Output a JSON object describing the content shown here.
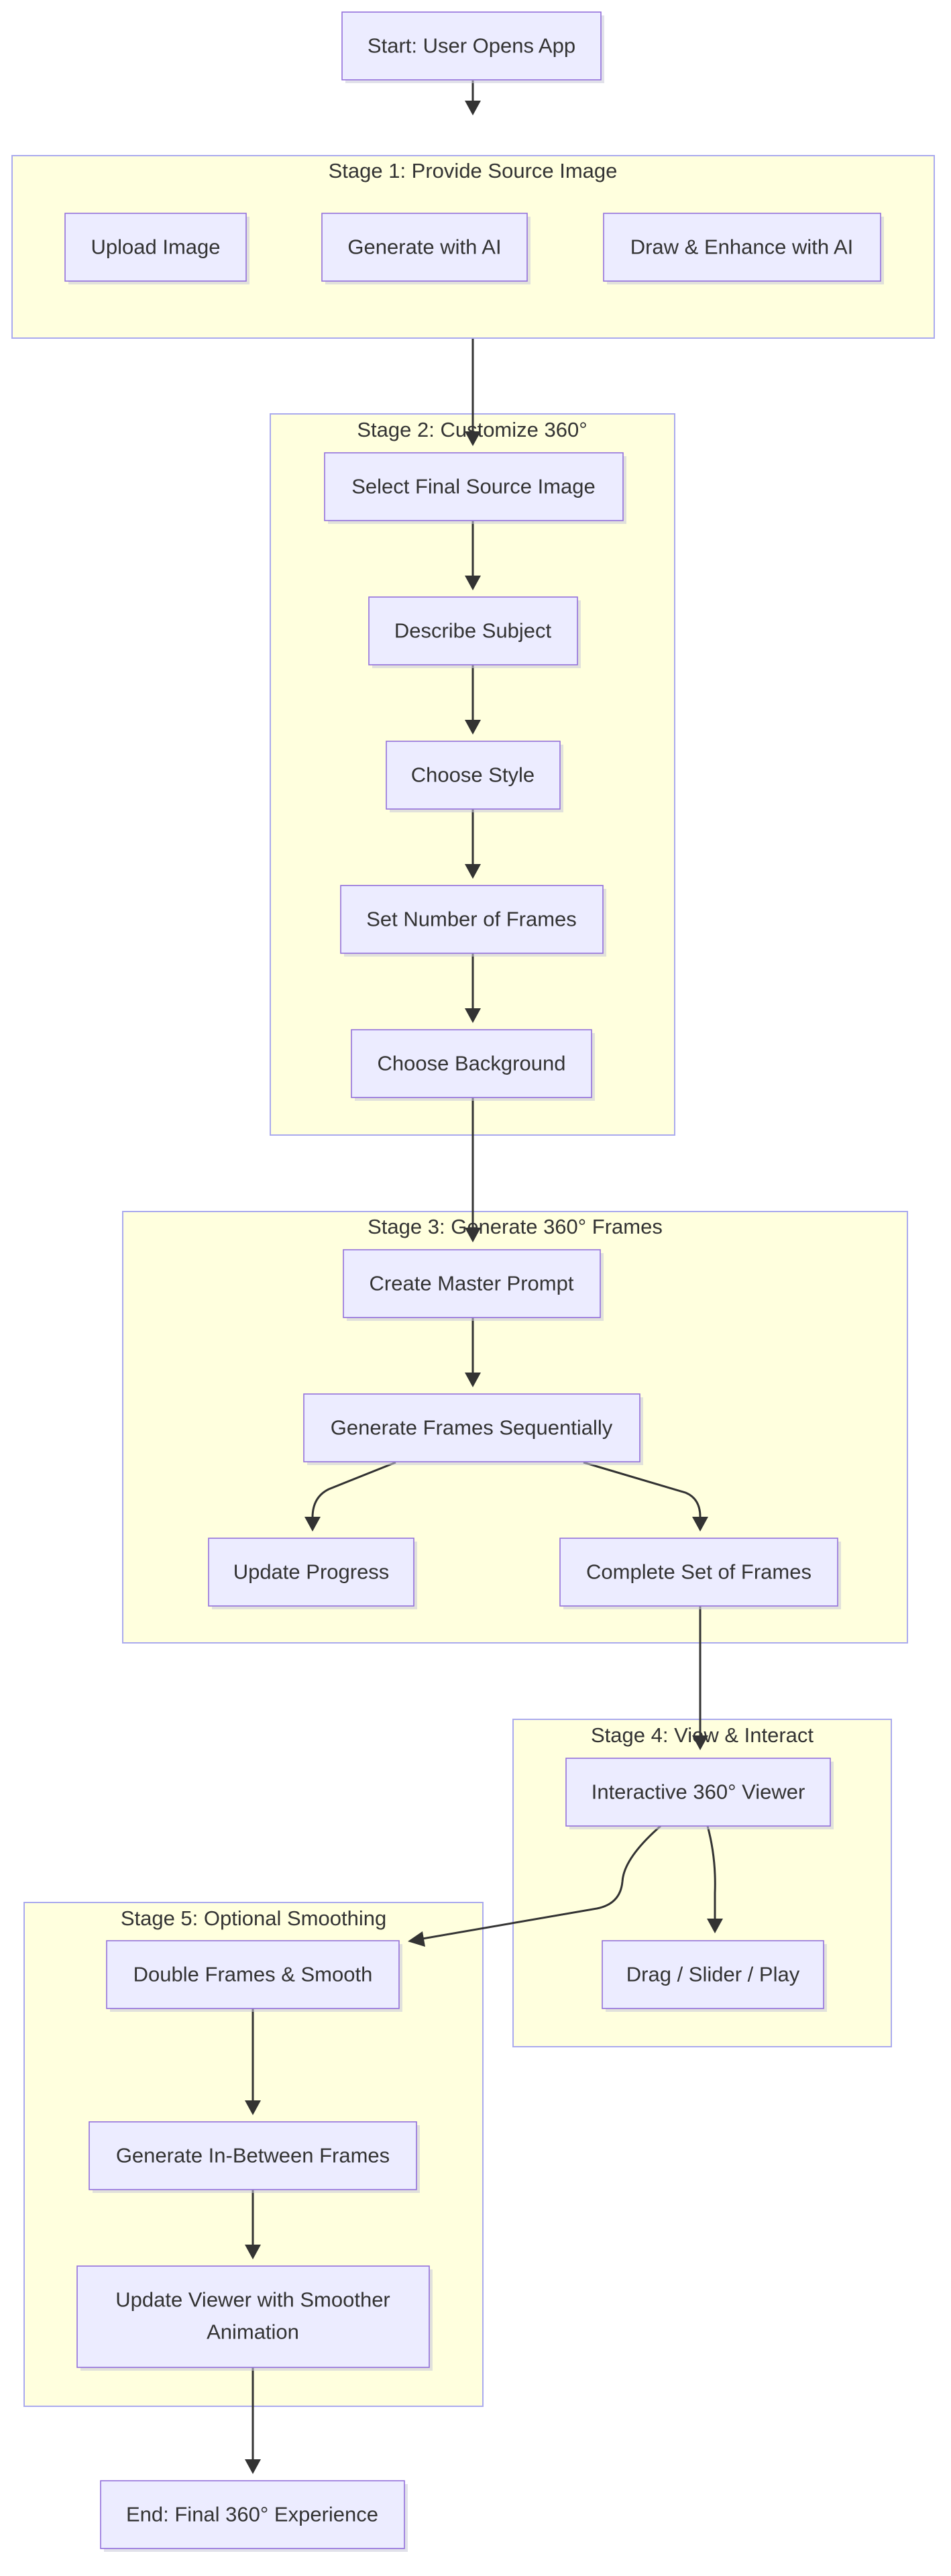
{
  "diagram": {
    "nodes": {
      "start": "Start: User Opens App",
      "upload": "Upload Image",
      "generate_ai": "Generate with AI",
      "draw_enhance": "Draw & Enhance with AI",
      "select_source": "Select Final Source Image",
      "describe_subject": "Describe Subject",
      "choose_style": "Choose Style",
      "set_frames": "Set Number of Frames",
      "choose_background": "Choose Background",
      "master_prompt": "Create Master Prompt",
      "generate_frames": "Generate Frames Sequentially",
      "update_progress": "Update Progress",
      "complete_frames": "Complete Set of Frames",
      "viewer": "Interactive 360° Viewer",
      "drag_slider": "Drag / Slider / Play",
      "double_frames": "Double Frames & Smooth",
      "in_between": "Generate In-Between Frames",
      "update_viewer": [
        "Update Viewer with Smoother",
        "Animation"
      ],
      "end": "End: Final 360° Experience"
    },
    "stages": {
      "stage1": "Stage 1: Provide Source Image",
      "stage2": "Stage 2: Customize 360°",
      "stage3": "Stage 3: Generate 360° Frames",
      "stage4": "Stage 4: View & Interact",
      "stage5": "Stage 5: Optional Smoothing"
    },
    "colors": {
      "node_fill": "#ececff",
      "node_border": "#9370db",
      "cluster_fill": "#ffffde",
      "cluster_border": "#aaaaee",
      "edge": "#333333",
      "text": "#333333"
    }
  }
}
